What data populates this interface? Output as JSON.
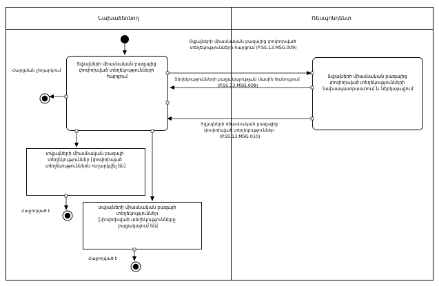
{
  "lanes": [
    {
      "title": "Նախաձեռնող"
    },
    {
      "title": "Ռեսպոնդենտ"
    }
  ],
  "nodes": {
    "request_state": {
      "lines": [
        "Տվյալների միասնական բազայից",
        "փոփոխված տեղեկությունների",
        "հարցում"
      ]
    },
    "respondent_state": {
      "lines": [
        "Տվյալների միասնական բազայից",
        "փոփոխված տեղեկությունների",
        "նախապատրաստում և ներկայացում"
      ]
    },
    "received_state": {
      "lines": [
        "տվյալների միասնական բազայի",
        "տեղեկություններ  [փոփոխված",
        "տեղեկություններն ուղարկվել են]"
      ]
    },
    "missing_state": {
      "lines": [
        "տվյալների միասնական բազայի",
        "տեղեկություններ",
        "[փոփոխված տեղեկությունները",
        "բացակայում են]"
      ]
    }
  },
  "messages": {
    "request": {
      "lines": [
        "Տվյալների միասնական բազայից փոփոխված",
        "տեղեկությունների հարցում (P.SS.13.MSG.009)"
      ]
    },
    "absence": {
      "lines": [
        "Տեղեկությունների բացակայության մասին ծանուցում",
        "(P.SS.13.MSG.008)"
      ]
    },
    "changed": {
      "lines": [
        "Տվյալների միասնական բազայից",
        "փոփոխված տեղեկություններ",
        "(P.SS.13.MSG.010)"
      ]
    }
  },
  "labels": {
    "cancel": "Հարցման չեղարկում",
    "done1": "Հաջողված է",
    "done2": "Հաջողված է"
  }
}
